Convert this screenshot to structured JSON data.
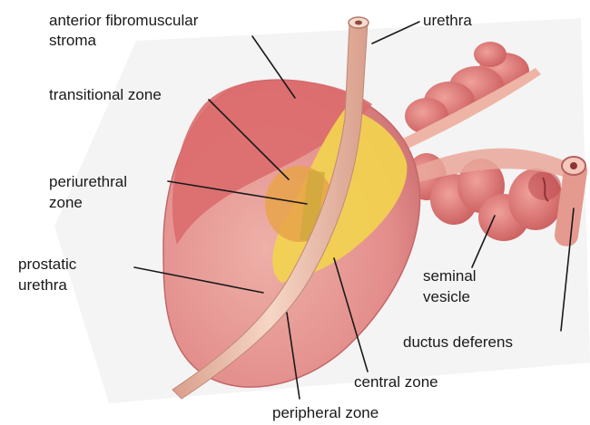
{
  "labels": {
    "anterior_stroma_1": "anterior fibromuscular",
    "anterior_stroma_2": "stroma",
    "urethra": "urethra",
    "transitional_zone": "transitional zone",
    "periurethral_1": "periurethral",
    "periurethral_2": "zone",
    "prostatic_urethra_1": "prostatic",
    "prostatic_urethra_2": "urethra",
    "seminal_vesicle_1": "seminal",
    "seminal_vesicle_2": "vesicle",
    "ductus_deferens": "ductus deferens",
    "central_zone": "central zone",
    "peripheral_zone": "peripheral zone"
  },
  "colors": {
    "gland_outer": "#e3898a",
    "gland_inner": "#eaa09c",
    "anterior_stroma": "#dd6a6c",
    "central_zone": "#f2cf4e",
    "transitional_zone": "#e8a34a",
    "urethra": "#eec0aa",
    "vesicle": "#e47b77",
    "vesicle_shadow": "#c45556",
    "background_panel": "#f3f3f3"
  }
}
